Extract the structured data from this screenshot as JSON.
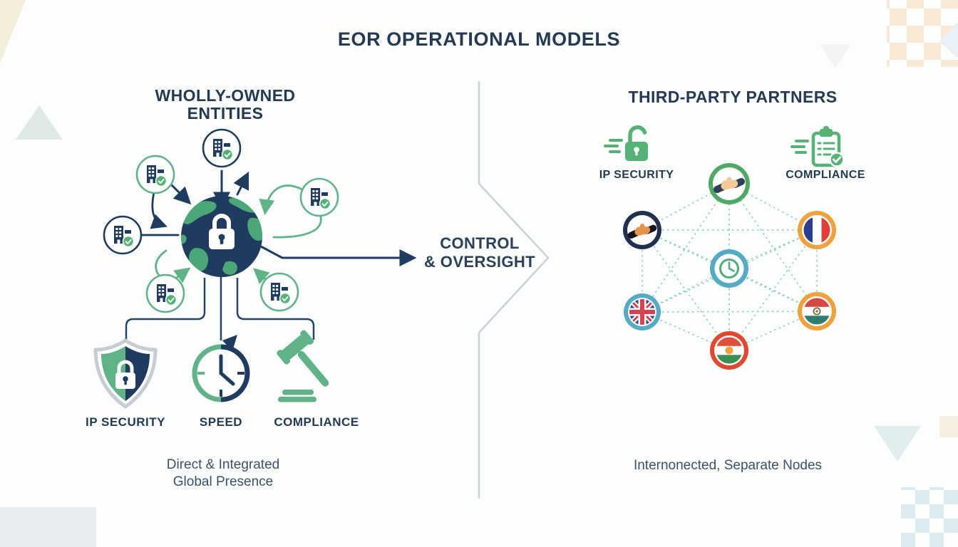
{
  "title": "EOR OPERATIONAL MODELS",
  "left_panel": {
    "heading": {
      "line1": "WHOLLY-OWNED",
      "line2": "ENTITIES"
    },
    "features": [
      {
        "label": "IP SECURITY",
        "icon": "shield-lock-icon"
      },
      {
        "label": "SPEED",
        "icon": "clock-icon"
      },
      {
        "label": "COMPLIANCE",
        "icon": "gavel-icon"
      }
    ],
    "caption": {
      "line1": "Direct & Integrated",
      "line2": "Global Presence"
    }
  },
  "divider": {
    "label": {
      "line1": "CONTROL",
      "line2": "& OVERSIGHT"
    }
  },
  "right_panel": {
    "heading": "THIRD-PARTY PARTNERS",
    "features": [
      {
        "label": "IP SECURITY",
        "icon": "open-padlock-icon"
      },
      {
        "label": "COMPLIANCE",
        "icon": "clipboard-check-icon"
      }
    ],
    "network_nodes": [
      {
        "icon": "handshake-icon",
        "ring_color": "#4fa863"
      },
      {
        "icon": "handshake-icon",
        "ring_color": "#20304f"
      },
      {
        "icon": "flag-france-icon",
        "ring_color": "#efa23b"
      },
      {
        "icon": "clock-icon",
        "ring_color": "#55abc4"
      },
      {
        "icon": "flag-uk-icon",
        "ring_color": "#55abc4"
      },
      {
        "icon": "flag-paraguay-icon",
        "ring_color": "#efa23b"
      },
      {
        "icon": "flag-niger-icon",
        "ring_color": "#e2472f"
      }
    ],
    "caption": "Internonected, Separate Nodes"
  },
  "colors": {
    "navy": "#1f3b60",
    "text_navy": "#233a52",
    "green": "#5fb387",
    "check_green": "#53b274",
    "dashed_teal": "#86ccc2",
    "divider_gray": "#c9d1d6",
    "peach": "#f8e9d6",
    "light_blue_checker": "#dcebf0",
    "cream": "#f3eddc"
  }
}
